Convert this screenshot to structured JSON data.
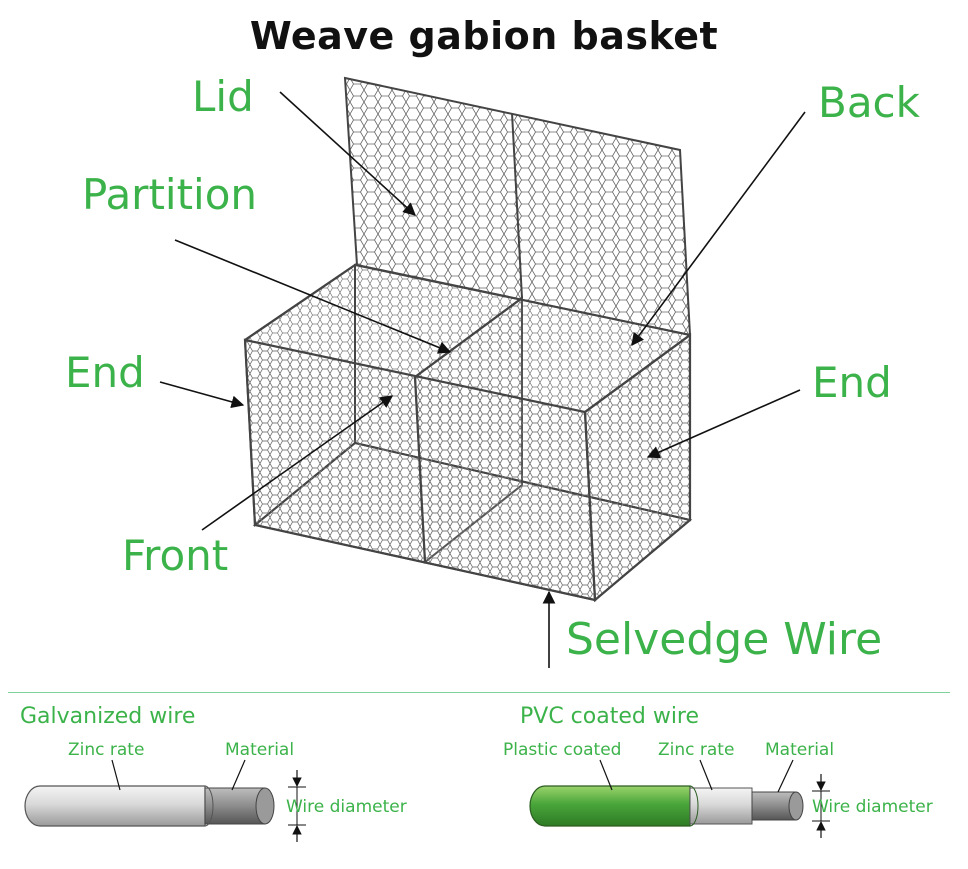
{
  "title": "Weave gabion basket",
  "labels": {
    "lid": "Lid",
    "back": "Back",
    "partition": "Partition",
    "end_left": "End",
    "end_right": "End",
    "front": "Front",
    "selvedge": "Selvedge Wire"
  },
  "galvanized": {
    "heading": "Galvanized wire",
    "zinc_rate": "Zinc rate",
    "material": "Material",
    "wire_diameter": "Wire diameter"
  },
  "pvc": {
    "heading": "PVC coated wire",
    "plastic_coated": "Plastic coated",
    "zinc_rate": "Zinc rate",
    "material": "Material",
    "wire_diameter": "Wire diameter"
  },
  "colors": {
    "label_green": "#3cb34a",
    "pvc_green": "#49a63a",
    "mesh": "#444444"
  }
}
